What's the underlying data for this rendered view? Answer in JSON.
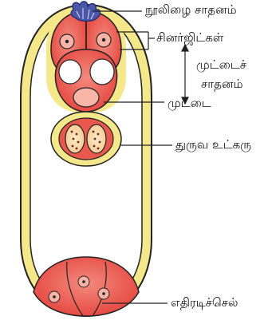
{
  "labels": {
    "filiform_apparatus": "நூலிழை சாதனம்",
    "synergids": "சினர்ஜிட்கள்",
    "egg_apparatus_line1": "முட்டைச்",
    "egg_apparatus_line2": "சாதனம்",
    "egg": "முட்டை",
    "polar_nuclei": "துருவ உட்கரு",
    "antipodals": "எதிரடிச்செல்"
  },
  "colors": {
    "outer_wall": "#f5e88a",
    "outline": "#222222",
    "cell_fill": "#e9584f",
    "nucleus_fill": "#f08a80",
    "vacuole": "#ffffff",
    "filiform": "#4a56a8"
  }
}
